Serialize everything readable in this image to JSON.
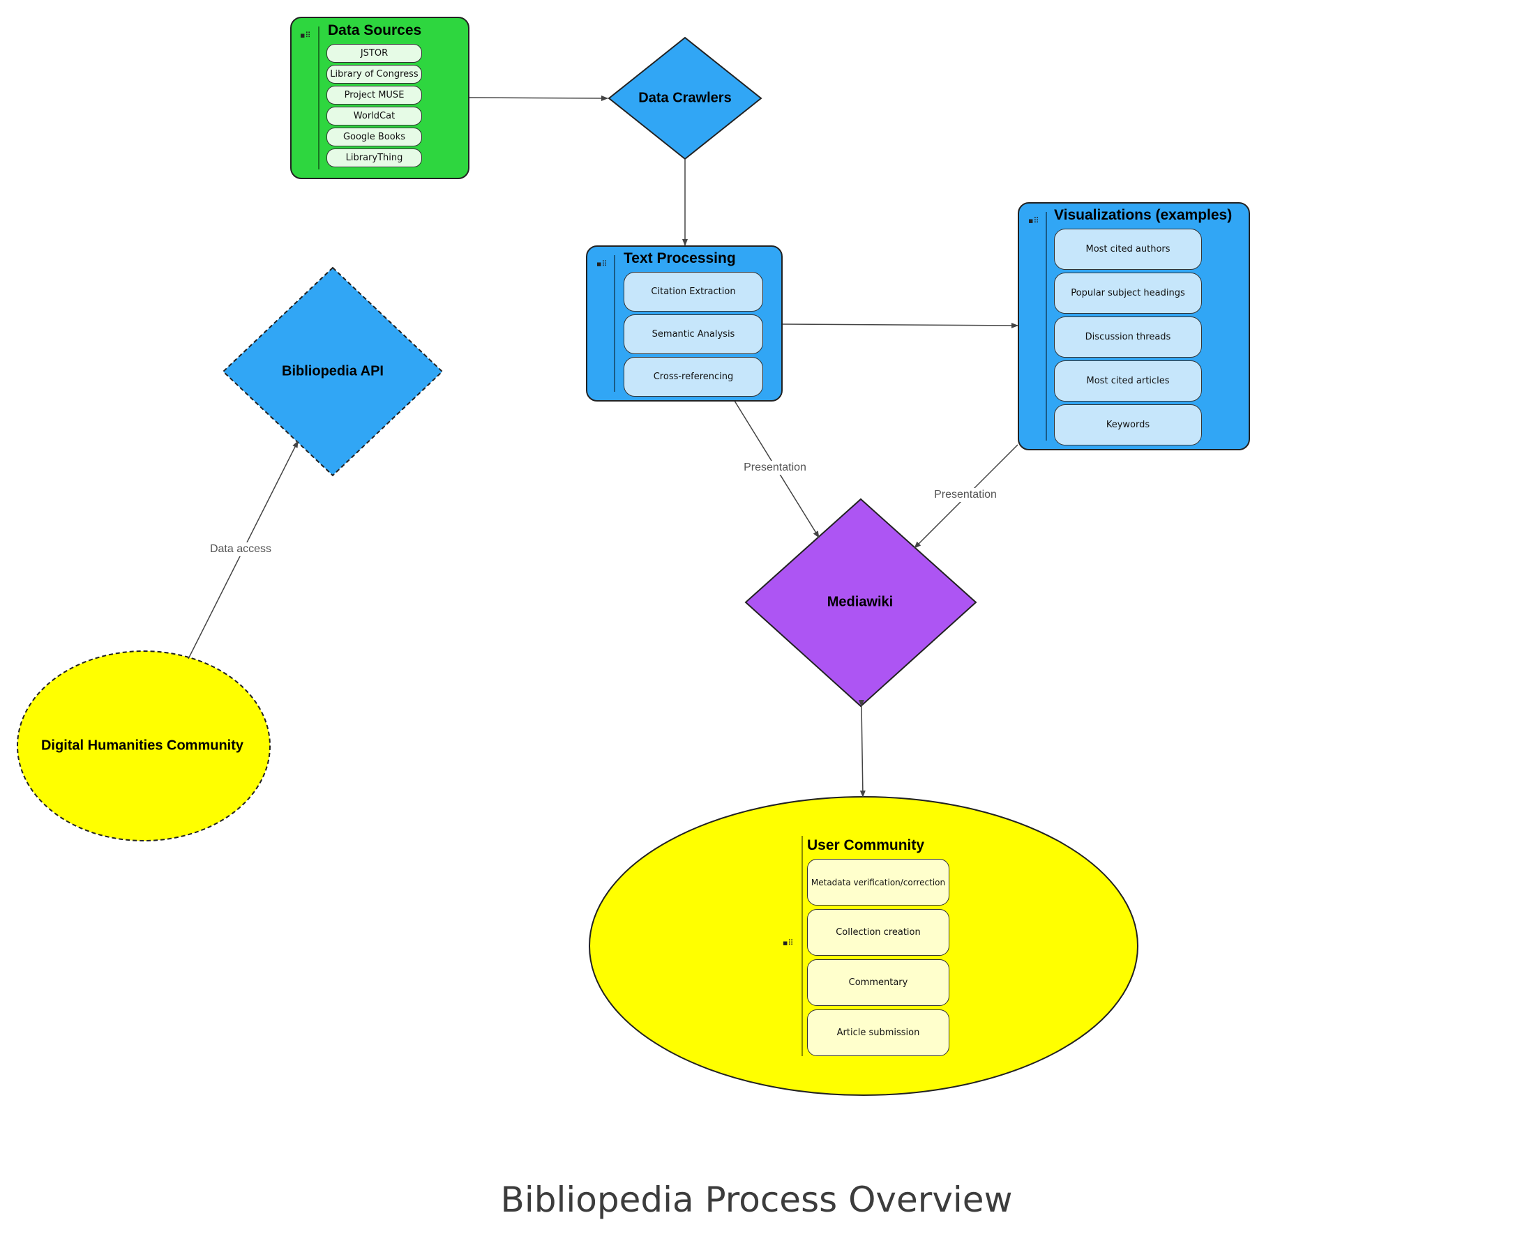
{
  "title": "Bibliopedia Process Overview",
  "colors": {
    "green": "#2ed63f",
    "blue": "#31a6f5",
    "purple": "#ad55f3",
    "yellow": "#ffff00",
    "stroke": "#222222"
  },
  "nodes": {
    "data_sources": {
      "title": "Data Sources",
      "items": [
        "JSTOR",
        "Library of Congress",
        "Project MUSE",
        "WorldCat",
        "Google Books",
        "LibraryThing"
      ]
    },
    "data_crawlers": {
      "label": "Data Crawlers"
    },
    "text_processing": {
      "title": "Text Processing",
      "items": [
        "Citation Extraction",
        "Semantic Analysis",
        "Cross-referencing"
      ]
    },
    "visualizations": {
      "title": "Visualizations (examples)",
      "items": [
        "Most cited authors",
        "Popular subject headings",
        "Discussion threads",
        "Most cited articles",
        "Keywords"
      ]
    },
    "bibliopedia_api": {
      "label": "Bibliopedia API"
    },
    "mediawiki": {
      "label": "Mediawiki"
    },
    "digital_humanities": {
      "label": "Digital Humanities Community"
    },
    "user_community": {
      "title": "User Community",
      "items": [
        "Metadata verification/correction",
        "Collection creation",
        "Commentary",
        "Article submission"
      ]
    }
  },
  "edges": [
    {
      "from": "Data Sources",
      "to": "Data Crawlers",
      "label": ""
    },
    {
      "from": "Data Crawlers",
      "to": "Text Processing",
      "label": ""
    },
    {
      "from": "Text Processing",
      "to": "Visualizations (examples)",
      "label": ""
    },
    {
      "from": "Text Processing",
      "to": "Mediawiki",
      "label": "Presentation"
    },
    {
      "from": "Visualizations (examples)",
      "to": "Mediawiki",
      "label": "Presentation"
    },
    {
      "from": "Digital Humanities Community",
      "to": "Bibliopedia API",
      "label": "Data access"
    },
    {
      "from": "Mediawiki",
      "to": "User Community",
      "label": "",
      "bidirectional": true
    }
  ]
}
